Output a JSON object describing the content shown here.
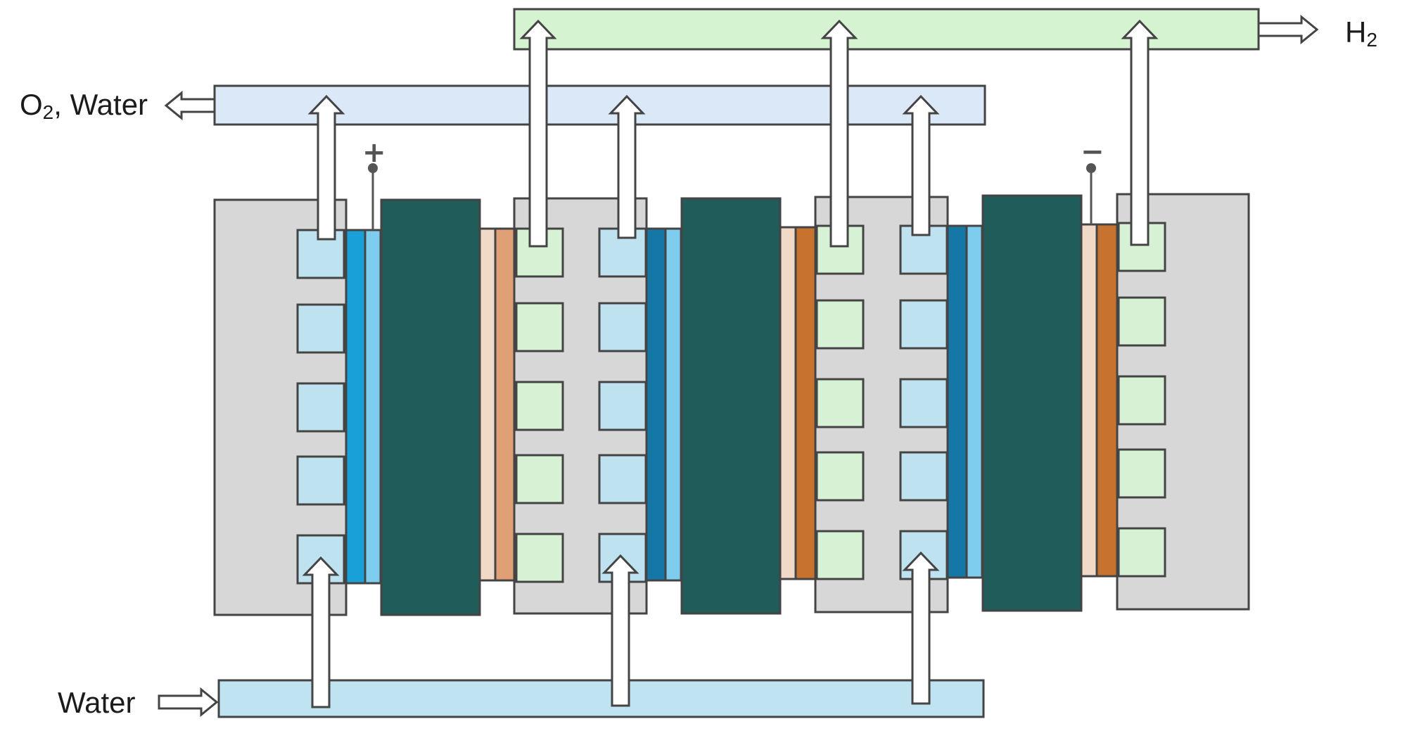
{
  "labels": {
    "o2_water_pre": "O",
    "o2_water_sub": "2",
    "o2_water_post": ", Water",
    "h2_pre": "H",
    "h2_sub": "2",
    "water_in": "Water",
    "positive_terminal": "+",
    "negative_terminal": "−"
  },
  "colors": {
    "plate_gray": "#d7d7d7",
    "outline": "#444444",
    "membrane_dark": "#1f5c5a",
    "anode_channel_blue": "#bfe2f0",
    "cathode_channel_green": "#d6f1d3",
    "anode_layer_blue": "#1aa0d8",
    "anode_layer_darkblue": "#1477a6",
    "anode_layer_lightblue": "#7fcdee",
    "cathode_layer_beige": "#f0d9c7",
    "cathode_layer_orange": "#c8722f",
    "cathode_layer_lightorange": "#dfa075",
    "o2_manifold": "#dbe8f8",
    "h2_manifold": "#d5f2d1",
    "water_manifold": "#bfe3f0",
    "arrow_fill": "#ffffff"
  },
  "icons": {
    "outlet_arrows": "arrow-up-icon",
    "inlet_arrows": "arrow-up-icon",
    "exit_arrows": "arrow-side-icon",
    "terminals": "terminal-post-icon"
  }
}
